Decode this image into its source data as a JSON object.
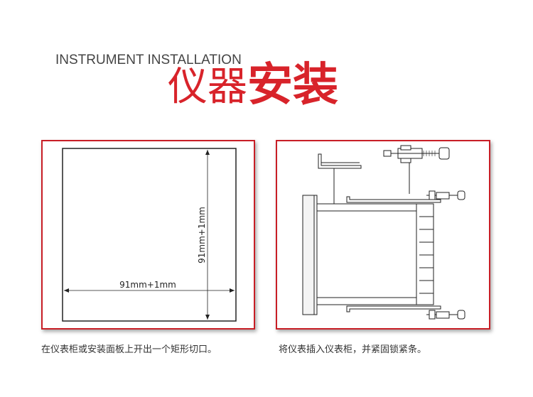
{
  "header": {
    "title_en": "INSTRUMENT INSTALLATION",
    "title_cn_light": "仪器",
    "title_cn_bold": "安装"
  },
  "cutout_panel": {
    "width_label": "91mm+1mm",
    "height_label": "91mm+1mm",
    "caption": "在仪表柜或安装面板上开出一个矩形切口。"
  },
  "mounting_panel": {
    "caption": "将仪表插入仪表柜，并紧固锁紧条。"
  },
  "colors": {
    "accent": "#c81e26",
    "line": "#222222"
  }
}
